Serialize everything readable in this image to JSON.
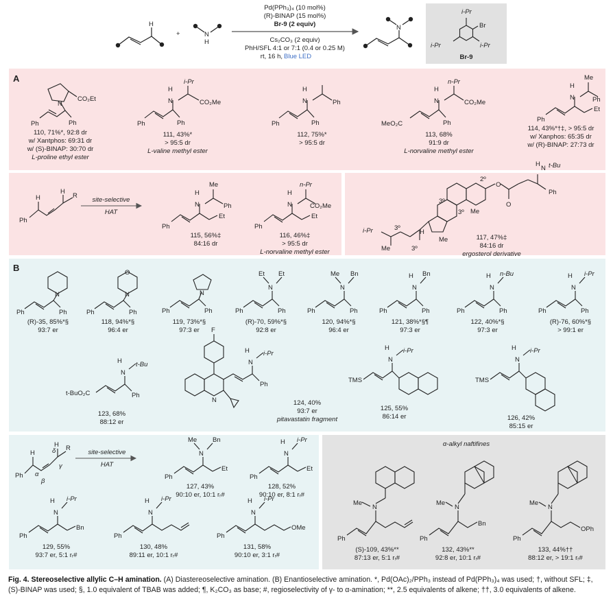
{
  "conditions": {
    "line1": "Pd(PPh₃)₄ (10 mol%)",
    "line2": "(R)-BINAP (15 mol%)",
    "line3": "Br-9 (2 equiv)",
    "line4": "Cs₂CO₃ (2 equiv)",
    "line5": "PhH/SFL 4:1 or 7:1 (0.4 or 0.25 M)",
    "line6a": "rt, 16 h, ",
    "line6b": "Blue LED",
    "plus": "+",
    "reagent_label": "Br-9",
    "accent_color": "#3e6fc6"
  },
  "panel_labels": {
    "A": "A",
    "B": "B"
  },
  "hat": {
    "line1": "site-selective",
    "line2": "HAT"
  },
  "panelA": [
    {
      "id": "110",
      "label": "110, 71%*, 92:8 dr",
      "n1": "w/ Xantphos: 69:31 dr",
      "n2": "w/ (S)-BINAP: 30:70 dr",
      "n3": "L-proline ethyl ester"
    },
    {
      "id": "111",
      "label": "111, 43%*",
      "n1": "> 95:5 dr",
      "n2": "L-valine methyl ester"
    },
    {
      "id": "112",
      "label": "112, 75%*",
      "n1": "> 95:5 dr"
    },
    {
      "id": "113",
      "label": "113, 68%",
      "n1": "91:9 dr",
      "n2": "L-norvaline methyl ester"
    },
    {
      "id": "114",
      "label": "114, 43%*†‡, > 95:5 dr",
      "n1": "w/ Xanphos: 65:35 dr",
      "n2": "w/ (R)-BINAP: 27:73 dr"
    }
  ],
  "panelA2": [
    {
      "id": "115",
      "label": "115, 56%‡",
      "n1": "84:16 dr"
    },
    {
      "id": "116",
      "label": "116, 46%‡",
      "n1": "> 95:5 dr",
      "n2": "L-norvaline methyl ester"
    },
    {
      "id": "117",
      "label": "117, 47%‡",
      "n1": "84:16 dr",
      "n2": "ergosterol derivative"
    }
  ],
  "panelB": [
    {
      "id": "35",
      "label": "(R)-35, 85%*§",
      "n1": "93:7 er"
    },
    {
      "id": "118",
      "label": "118, 94%*§",
      "n1": "96:4 er"
    },
    {
      "id": "119",
      "label": "119, 73%*§",
      "n1": "97:3 er"
    },
    {
      "id": "70",
      "label": "(R)-70, 59%*§",
      "n1": "92:8 er"
    },
    {
      "id": "120",
      "label": "120, 94%*§",
      "n1": "96:4 er"
    },
    {
      "id": "121",
      "label": "121, 38%*§¶",
      "n1": "97:3 er"
    },
    {
      "id": "122",
      "label": "122, 40%*§",
      "n1": "97:3 er"
    },
    {
      "id": "76",
      "label": "(R)-76, 60%*§",
      "n1": "> 99:1 er"
    },
    {
      "id": "123",
      "label": "123, 68%",
      "n1": "88:12 er"
    },
    {
      "id": "124",
      "label": "124, 40%",
      "n1": "93:7 er",
      "n2": "pitavastatin fragment"
    },
    {
      "id": "125",
      "label": "125, 55%",
      "n1": "86:14 er"
    },
    {
      "id": "126",
      "label": "126, 42%",
      "n1": "85:15 er"
    }
  ],
  "panelB2": [
    {
      "id": "127",
      "label": "127, 43%",
      "n1": "90:10 er, 10:1 rᵣ#"
    },
    {
      "id": "128",
      "label": "128, 52%",
      "n1": "90:10 er, 8:1 rᵣ#"
    },
    {
      "id": "129",
      "label": "129, 55%",
      "n1": "93:7 er, 5:1 rᵣ#"
    },
    {
      "id": "130",
      "label": "130, 48%",
      "n1": "89:11 er, 10:1 rᵣ#"
    },
    {
      "id": "131",
      "label": "131, 58%",
      "n1": "90:10 er, 3:1 rᵣ#"
    },
    {
      "id": "109",
      "label": "(S)-109, 43%**",
      "n1": "87:13 er, 5:1 rᵣ#"
    },
    {
      "id": "132",
      "label": "132, 43%**",
      "n1": "92:8 er, 10:1 rᵣ#"
    },
    {
      "id": "133",
      "label": "133, 44%††",
      "n1": "88:12 er, > 19:1 rᵣ#"
    }
  ],
  "naftifine_title": "α-alkyl naftifines",
  "atoms": {
    "Ph": "Ph",
    "N": "N",
    "H": "H",
    "Me": "Me",
    "Et": "Et",
    "Bn": "Bn",
    "iPr": "i-Pr",
    "nPr": "n-Pr",
    "nBu": "n-Bu",
    "tBu": "t-Bu",
    "CO2Et": "CO₂Et",
    "CO2Me": "CO₂Me",
    "MeO2C": "MeO₂C",
    "tBuO2C": "t-BuO₂C",
    "TMS": "TMS",
    "OMe": "OMe",
    "OPh": "OPh",
    "R": "R",
    "F": "F",
    "Br": "Br",
    "O": "O",
    "alpha": "α",
    "beta": "β",
    "gamma": "γ",
    "delta": "δ",
    "deg2": "2º",
    "deg3": "3º"
  },
  "caption": {
    "bold": "Fig. 4. Stereoselective allylic C–H amination.",
    "text": " (A) Diastereoselective amination. (B) Enantioselective amination. *, Pd(OAc)₂/PPh₃ instead of Pd(PPh₃)₄ was used; †, without SFL; ‡, (S)-BINAP was used; §, 1.0 equivalent of TBAB was added; ¶, K₂CO₃ as base; #, regioselectivity of γ- to α-amination; **, 2.5 equivalents of alkene; ††, 3.0 equivalents of alkene."
  }
}
